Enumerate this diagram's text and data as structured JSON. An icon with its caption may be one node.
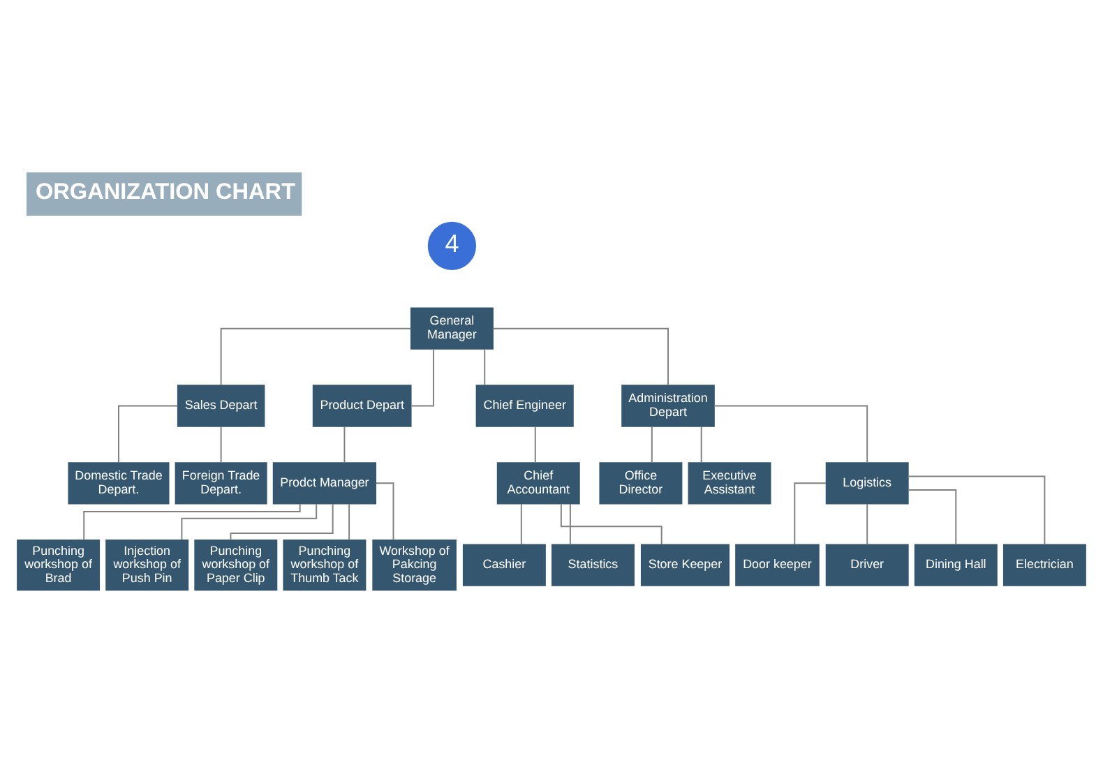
{
  "diagram": {
    "title": "ORGANIZATION CHART",
    "nodes": [
      {
        "text": [
          "General Manager"
        ]
      },
      {
        "text": [
          "Sales Depart"
        ]
      },
      {
        "text": [
          "Product Depart"
        ]
      },
      {
        "text": [
          "Chief Engineer"
        ]
      },
      {
        "text": [
          "Administration Depart"
        ]
      },
      {
        "text": [
          "Domestic Trade Depart."
        ]
      },
      {
        "text": [
          "Foreign Trade Depart."
        ]
      },
      {
        "text": [
          "Prodct Manager"
        ]
      },
      {
        "text": [
          "Chief Accountant"
        ]
      },
      {
        "text": [
          "Office Director"
        ]
      },
      {
        "text": [
          "Executive Assistant"
        ]
      },
      {
        "text": [
          "Logistics"
        ]
      },
      {
        "text": [
          "Punching workshop of Brad"
        ]
      },
      {
        "text": [
          "Injection workshop of Push Pin"
        ]
      },
      {
        "text": [
          "Punching workshop of Paper Clip"
        ]
      },
      {
        "text": [
          "Punching workshop of Thumb Tack"
        ]
      },
      {
        "text": [
          "Workshop of Pakcing Storage"
        ]
      },
      {
        "text": [
          "Cashier"
        ]
      },
      {
        "text": [
          "Statistics"
        ]
      },
      {
        "text": [
          "Store Keeper"
        ]
      },
      {
        "text": [
          "Door keeper"
        ]
      },
      {
        "text": [
          "Driver"
        ]
      },
      {
        "text": [
          "Dining Hall"
        ]
      },
      {
        "text": [
          "Electrician"
        ]
      }
    ],
    "edges": [
      {
        "from": 0,
        "to": 1,
        "arrow": "none"
      },
      {
        "from": 0,
        "to": 2,
        "arrow": "none"
      },
      {
        "from": 0,
        "to": 3,
        "arrow": "none"
      },
      {
        "from": 0,
        "to": 4,
        "arrow": "none"
      },
      {
        "from": 1,
        "to": 5,
        "arrow": "none"
      },
      {
        "from": 1,
        "to": 6,
        "arrow": "none"
      },
      {
        "from": 2,
        "to": 7,
        "arrow": "none"
      },
      {
        "from": 3,
        "to": 8,
        "arrow": "none"
      },
      {
        "from": 4,
        "to": 9,
        "arrow": "none"
      },
      {
        "from": 4,
        "to": 10,
        "arrow": "none"
      },
      {
        "from": 4,
        "to": 11,
        "arrow": "none"
      },
      {
        "from": 7,
        "to": 12,
        "arrow": "none"
      },
      {
        "from": 7,
        "to": 13,
        "arrow": "none"
      },
      {
        "from": 7,
        "to": 14,
        "arrow": "none"
      },
      {
        "from": 7,
        "to": 15,
        "arrow": "none"
      },
      {
        "from": 7,
        "to": 16,
        "arrow": "none"
      },
      {
        "from": 8,
        "to": 17,
        "arrow": "none"
      },
      {
        "from": 8,
        "to": 18,
        "arrow": "none"
      },
      {
        "from": 8,
        "to": 19,
        "arrow": "none"
      },
      {
        "from": 11,
        "to": 20,
        "arrow": "none"
      },
      {
        "from": 11,
        "to": 21,
        "arrow": "none"
      },
      {
        "from": 11,
        "to": 22,
        "arrow": "none"
      },
      {
        "from": 11,
        "to": 23,
        "arrow": "none"
      }
    ],
    "labels": [
      "4"
    ]
  }
}
